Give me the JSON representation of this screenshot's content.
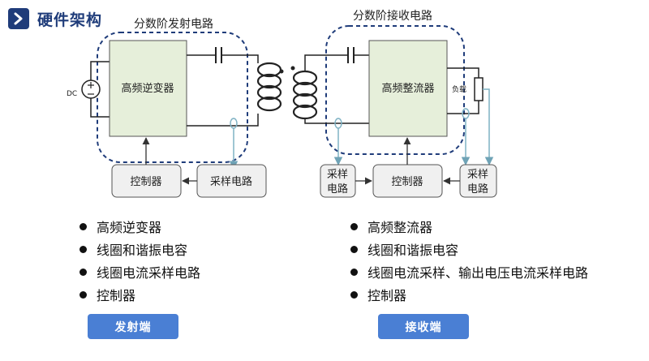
{
  "header": {
    "title": "硬件架构",
    "chevron_icon": "chevron-right-icon"
  },
  "diagram": {
    "tx_title": "分数阶发射电路",
    "rx_title": "分数阶接收电路",
    "dc_label": "DC",
    "tx_main_block": "高频逆变器",
    "rx_main_block": "高频整流器",
    "load_label": "负载",
    "tx_controller": "控制器",
    "tx_sampling": "采样电路",
    "rx_controller": "控制器",
    "rx_sampling_left": [
      "采样",
      "电路"
    ],
    "rx_sampling_right": [
      "采样",
      "电路"
    ]
  },
  "transmitter": {
    "items": [
      "高频逆变器",
      "线圈和谐振电容",
      "线圈电流采样电路",
      "控制器"
    ],
    "button": "发射端"
  },
  "receiver": {
    "items": [
      "高频整流器",
      "线圈和谐振电容",
      "线圈电流采样、输出电压电流采样电路",
      "控制器"
    ],
    "button": "接收端"
  },
  "colors": {
    "accent": "#1f3c7a",
    "block_fill": "#e6efda",
    "box_fill": "#f0f0f0",
    "sense_line": "#7fb2c4",
    "button": "#4a7fd4"
  }
}
